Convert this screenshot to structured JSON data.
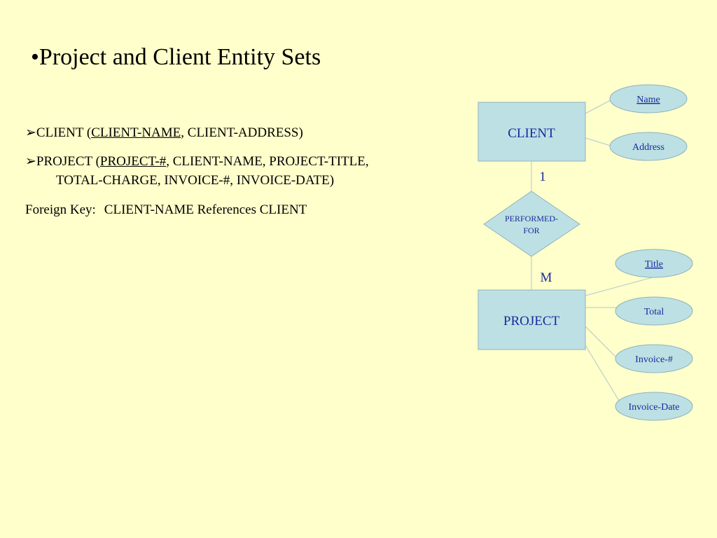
{
  "slide": {
    "title": "•Project and Client Entity Sets",
    "client_schema": {
      "bullet": "➢",
      "prefix": "CLIENT (",
      "key": "CLIENT-NAME",
      "rest": ", CLIENT-ADDRESS)"
    },
    "project_schema": {
      "bullet": "➢",
      "prefix": "PROJECT (",
      "key": "PROJECT-#",
      "rest": ", CLIENT-NAME, PROJECT-TITLE,",
      "continuation": "TOTAL-CHARGE, INVOICE-#, INVOICE-DATE)"
    },
    "foreign_key": {
      "label": "Foreign Key:",
      "reference": "CLIENT-NAME References CLIENT"
    }
  },
  "diagram": {
    "colors": {
      "background": "#ffffcc",
      "shape_fill": "#bde0e4",
      "shape_stroke": "#8fb3bd",
      "text": "#1a2a9c"
    },
    "entities": {
      "client": "CLIENT",
      "project": "PROJECT"
    },
    "relationship": {
      "label_line1": "PERFORMED-",
      "label_line2": "FOR"
    },
    "cardinality": {
      "client_side": "1",
      "project_side": "M"
    },
    "client_attributes": {
      "name": "Name",
      "address": "Address"
    },
    "project_attributes": {
      "title": "Title",
      "total": "Total",
      "invoice_no": "Invoice-#",
      "invoice_date": "Invoice-Date"
    }
  }
}
